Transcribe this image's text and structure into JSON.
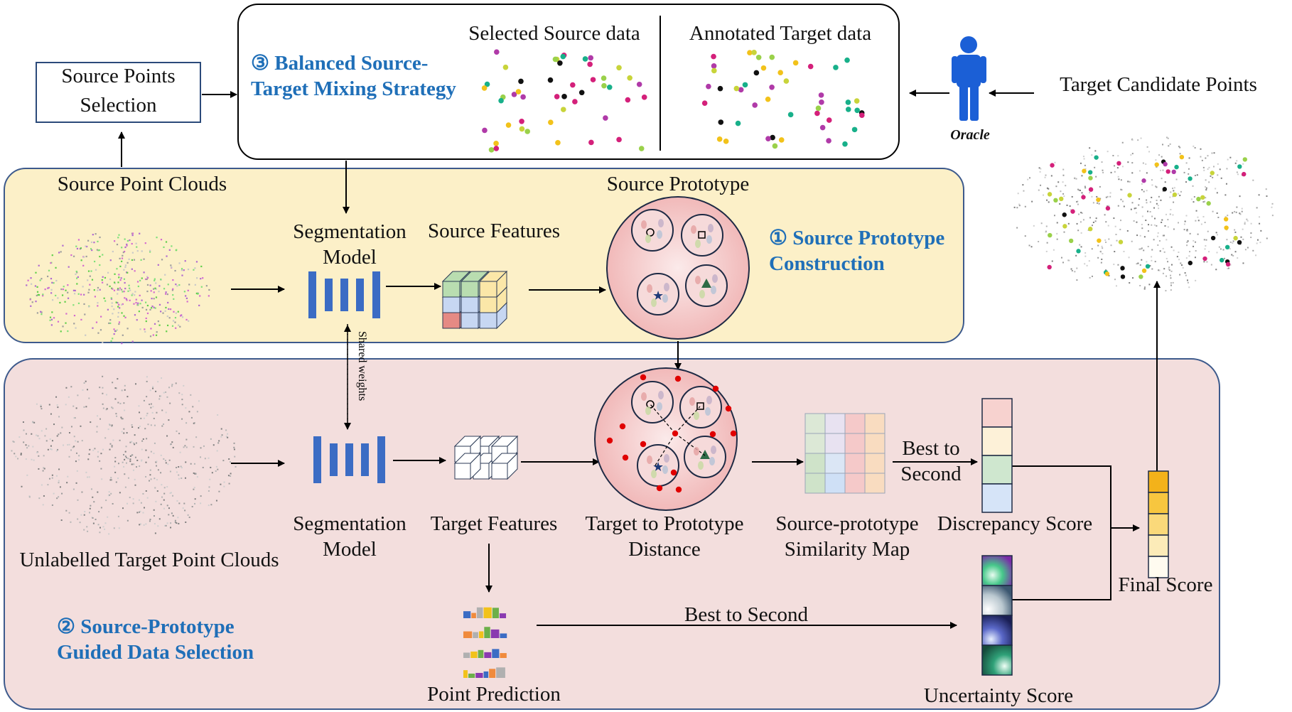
{
  "mixing": {
    "title_line1": "③ Balanced Source-",
    "title_line2": "Target Mixing Strategy",
    "selected_source": "Selected Source data",
    "annotated_target": "Annotated Target data"
  },
  "source_points_selection": {
    "line1": "Source Points",
    "line2": "Selection"
  },
  "oracle": {
    "label": "Oracle"
  },
  "target_candidate_points": "Target Candidate Points",
  "source_branch": {
    "point_clouds": "Source Point Clouds",
    "seg_model_line1": "Segmentation",
    "seg_model_line2": "Model",
    "features": "Source Features",
    "prototype": "Source Prototype",
    "module_line1": "① Source Prototype",
    "module_line2": "Construction"
  },
  "shared_weights": "Shared weights",
  "target_branch": {
    "seg_model_line1": "Segmentation",
    "seg_model_line2": "Model",
    "features": "Target Features",
    "distance_line1": "Target to Prototype",
    "distance_line2": "Distance",
    "similarity_line1": "Source-prototype",
    "similarity_line2": "Similarity Map",
    "best_to_second_line1": "Best to",
    "best_to_second_line2": "Second",
    "discrepancy": "Discrepancy Score",
    "point_clouds": "Unlabelled Target Point Clouds",
    "point_prediction": "Point Prediction",
    "best_to_second_bottom": "Best to Second",
    "uncertainty": "Uncertainty Score",
    "final_score": "Final Score",
    "module_line1": "② Source-Prototype",
    "module_line2": "Guided Data Selection"
  },
  "colors": {
    "source_panel": "#fcf0c8",
    "target_panel": "#f3dedd",
    "panel_border": "#3d5a8c",
    "model_blue": "#3b6cc4",
    "module_title": "#1f6fb8",
    "oracle_blue": "#1b5fd6"
  },
  "icons": [
    "person-icon",
    "segmentation-model-icon",
    "feature-block-icon",
    "prototype-circle-icon",
    "star-icon",
    "square-icon",
    "triangle-icon",
    "circle-icon"
  ]
}
